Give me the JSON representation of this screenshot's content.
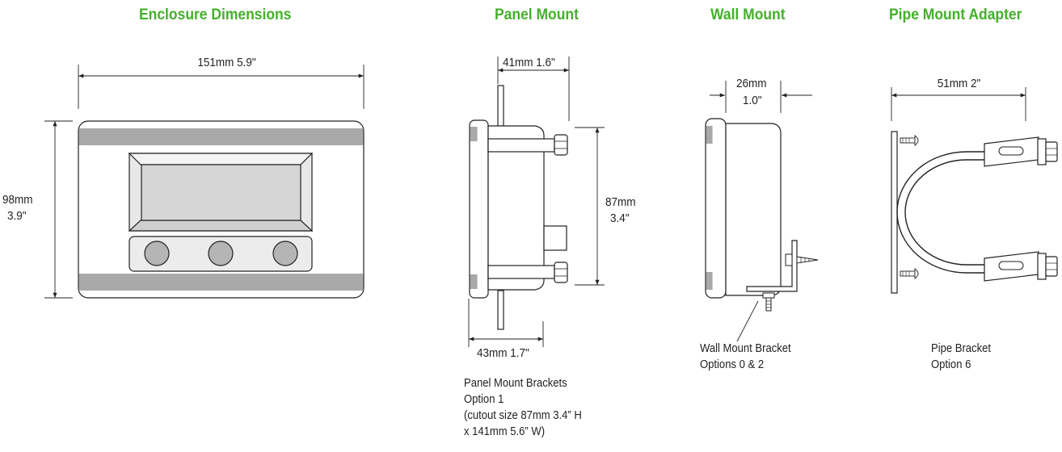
{
  "headings": {
    "enclosure": "Enclosure Dimensions",
    "panel": "Panel Mount",
    "wall": "Wall Mount",
    "pipe": "Pipe Mount Adapter"
  },
  "enclosure": {
    "width_label": "151mm  5.9\"",
    "height_mm": "98mm",
    "height_in": "3.9\""
  },
  "panel": {
    "depth_top": "41mm 1.6\"",
    "height_mm": "87mm",
    "height_in": "3.4\"",
    "depth_bottom": "43mm 1.7\"",
    "caption": [
      "Panel Mount Brackets",
      "Option 1",
      "(cutout size 87mm 3.4” H",
      "x 141mm 5.6” W)"
    ]
  },
  "wall": {
    "depth_mm": "26mm",
    "depth_in": "1.0\"",
    "caption": [
      "Wall Mount Bracket",
      "Options 0 & 2"
    ]
  },
  "pipe": {
    "width_label": "51mm  2\"",
    "caption": [
      "Pipe Bracket",
      "Option 6"
    ]
  },
  "colors": {
    "heading": "#43b02a",
    "stripe": "#a9a9a9",
    "face": "#e8e8e8",
    "display": "#d6d6d6",
    "button": "#b5b5b5"
  }
}
